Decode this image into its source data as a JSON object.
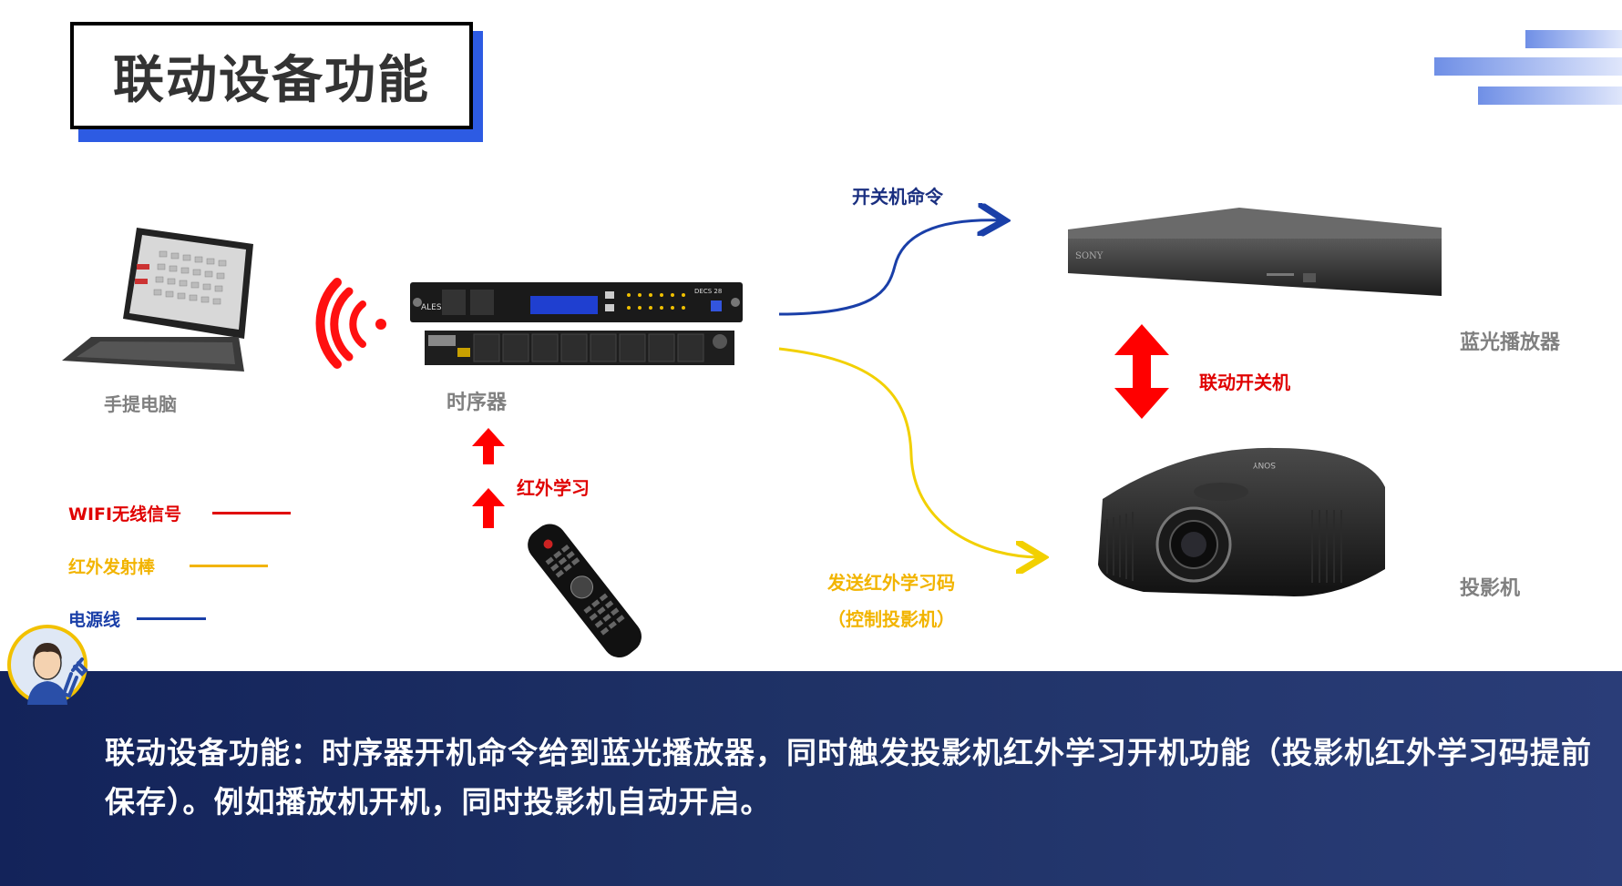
{
  "title": "联动设备功能",
  "devices": {
    "laptop_label": "手提电脑",
    "sequencer_label": "时序器",
    "bluray_label": "蓝光播放器",
    "projector_label": "投影机",
    "sequencer_brand": "ALESIS",
    "sequencer_model": "DECS 28",
    "bluray_brand": "SONY",
    "projector_brand": "SONY"
  },
  "arrows": {
    "power_command": "开关机命令",
    "linked_power": "联动开关机",
    "ir_learning": "红外学习",
    "send_ir_line1": "发送红外学习码",
    "send_ir_line2": "（控制投影机）"
  },
  "legend": [
    {
      "label": "WIFI无线信号",
      "color": "#e00000"
    },
    {
      "label": "红外发射棒",
      "color": "#f2b400"
    },
    {
      "label": "电源线",
      "color": "#1a3fa8"
    }
  ],
  "description": "联动设备功能：时序器开机命令给到蓝光播放器，同时触发投影机红外学习开机功能（投影机红外学习码提前保存）。例如播放机开机，同时投影机自动开启。",
  "colors": {
    "accent_blue": "#2d5be3",
    "band_navy": "#13235a"
  }
}
